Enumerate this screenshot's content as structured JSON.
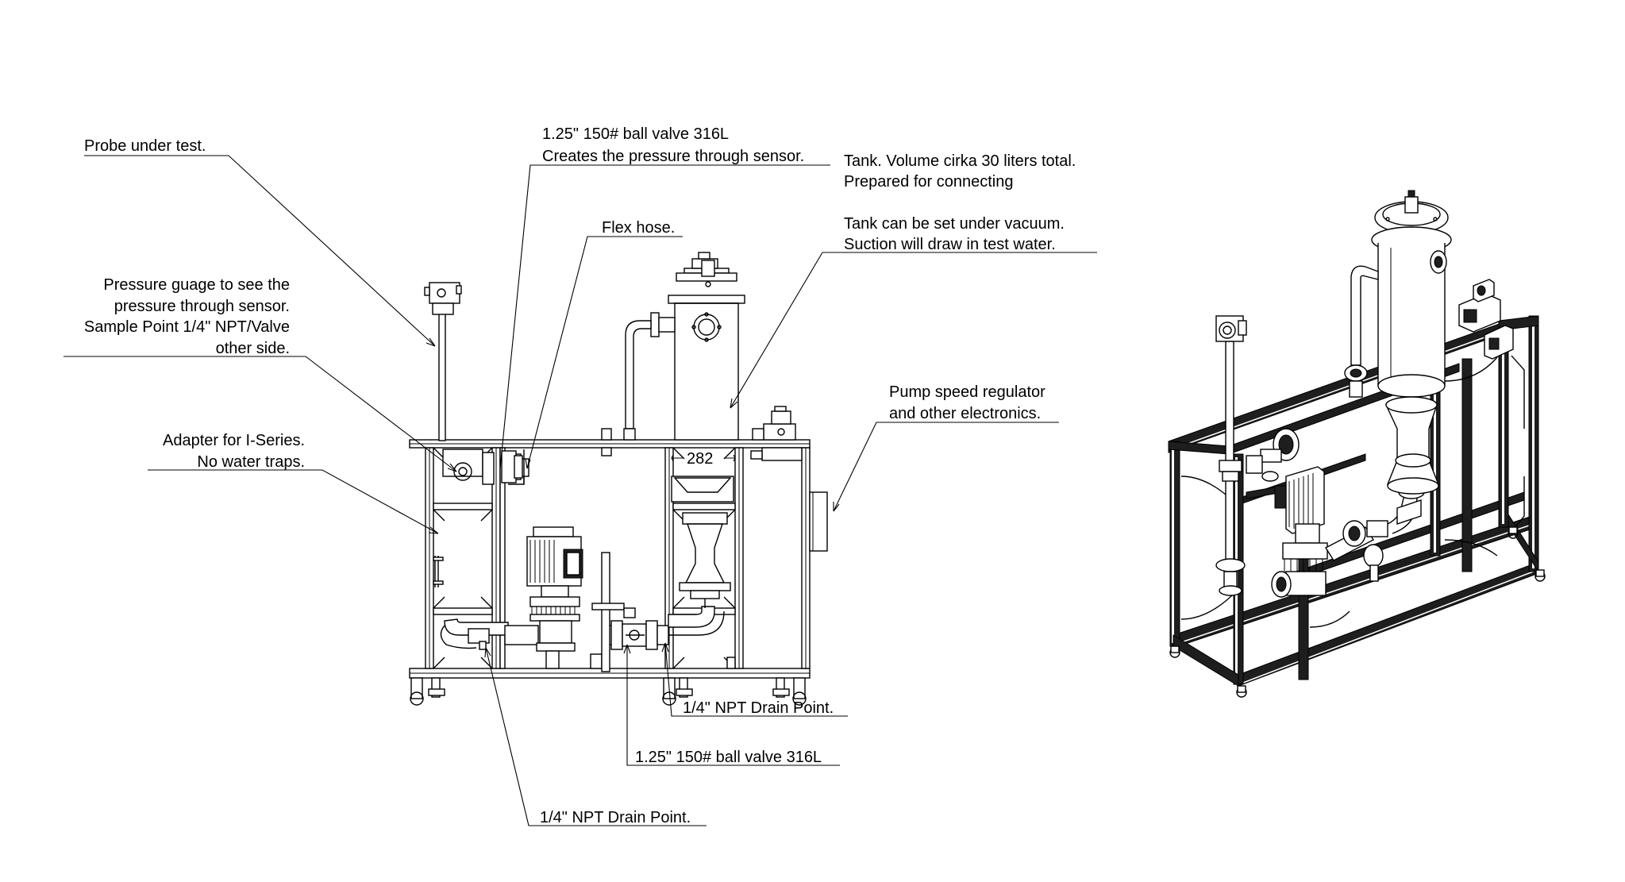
{
  "labels": {
    "probe": "Probe under test.",
    "ball_valve_top_1": "1.25\" 150# ball valve 316L",
    "ball_valve_top_2": "Creates the pressure through sensor.",
    "tank_1": "Tank. Volume cirka 30 liters total.",
    "tank_2": "Prepared for connecting",
    "tank_3": "Tank can be set under vacuum.",
    "tank_4": "Suction will draw in test water.",
    "flex_hose": "Flex hose.",
    "gauge_1": "Pressure guage to see the",
    "gauge_2": "pressure through sensor.",
    "gauge_3": "Sample Point 1/4\" NPT/Valve",
    "gauge_4": "other side.",
    "pump_1": "Pump speed regulator",
    "pump_2": "and other electronics.",
    "adapter_1": "Adapter for I-Series.",
    "adapter_2": "No water traps.",
    "dimension": "282",
    "drain_right": "1/4\" NPT Drain Point.",
    "ball_valve_bottom": "1.25\" 150# ball valve 316L",
    "drain_bottom": "1/4\" NPT Drain Point."
  },
  "colors": {
    "line": "#000000",
    "background": "#ffffff",
    "shade": "#e6e6e6",
    "dark": "#1e1e1e"
  }
}
